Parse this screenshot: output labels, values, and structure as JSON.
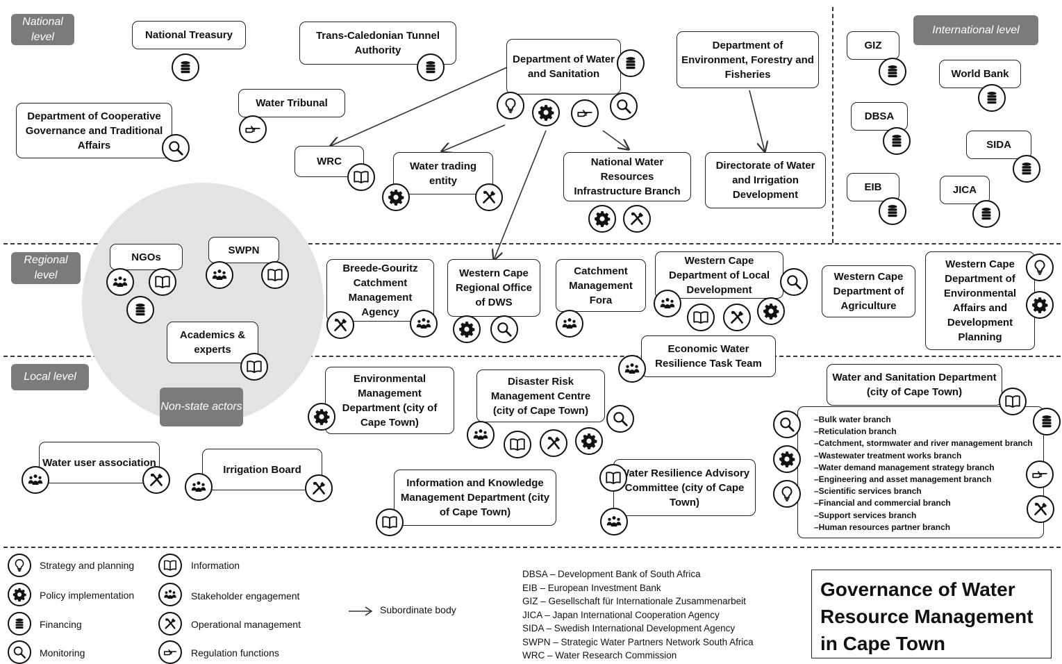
{
  "levels": {
    "national": "National level",
    "international": "International level",
    "regional": "Regional level",
    "local": "Local level",
    "nonstate": "Non-state actors"
  },
  "nodes": {
    "treasury": "National Treasury",
    "tcta": "Trans-Caledonian Tunnel Authority",
    "dws": "Department of Water and Sanitation",
    "deff": "Department of Environment, Forestry and Fisheries",
    "cogta": "Department of Cooperative Governance and Traditional Affairs",
    "tribunal": "Water Tribunal",
    "wrc": "WRC",
    "wte": "Water trading entity",
    "nwrib": "National Water Resources Infrastructure Branch",
    "dwid": "Directorate of Water and Irrigation Development",
    "giz": "GIZ",
    "worldbank": "World Bank",
    "dbsa": "DBSA",
    "sida": "SIDA",
    "eib": "EIB",
    "jica": "JICA",
    "ngos": "NGOs",
    "swpn": "SWPN",
    "academics": "Academics & experts",
    "bgcma": "Breede-Gouritz Catchment Management Agency",
    "wcro": "Western Cape Regional Office of DWS",
    "cmf": "Catchment Management Fora",
    "wcdld": "Western Cape Department of Local Development",
    "wcda": "Western Cape Department of Agriculture",
    "wcdeadp": "Western Cape Department of Environmental Affairs and Development Planning",
    "ewrtt": "Economic Water Resilience Task Team",
    "emd": "Environmental Management Department (city of Cape Town)",
    "drmc": "Disaster Risk Management Centre (city of Cape Town)",
    "wsd": "Water and Sanitation Department (city of Cape Town)",
    "wua": "Water user association",
    "ib": "Irrigation Board",
    "ikmd": "Information and Knowledge Management Department (city of Cape Town)",
    "wrac": "Water Resilience Advisory Committee (city of Cape Town)"
  },
  "branches": [
    "–Bulk water branch",
    "–Reticulation branch",
    "–Catchment, stormwater and river management branch",
    "–Wastewater treatment works branch",
    "–Water demand management strategy branch",
    "–Engineering and asset management branch",
    "–Scientific services branch",
    "–Financial and commercial branch",
    "–Support services branch",
    "–Human resources partner branch"
  ],
  "legend": {
    "strategy": "Strategy and planning",
    "policy": "Policy implementation",
    "financing": "Financing",
    "monitoring": "Monitoring",
    "information": "Information",
    "stakeholder": "Stakeholder engagement",
    "operational": "Operational management",
    "regulation": "Regulation functions",
    "subordinate": "Subordinate body"
  },
  "abbreviations": [
    "DBSA – Development Bank of South Africa",
    "EIB – European Investment Bank",
    "GIZ – Gesellschaft für Internationale Zusammenarbeit",
    "JICA – Japan International Cooperation Agency",
    "SIDA – Swedish International Development Agency",
    "SWPN – Strategic Water Partners Network South Africa",
    "WRC – Water Research Commission"
  ],
  "title": "Governance of Water Resource Management in Cape Town",
  "icons": [
    "bulb-icon",
    "gear-icon",
    "coins-icon",
    "magnifier-icon",
    "book-icon",
    "people-icon",
    "tools-icon",
    "hand-icon"
  ]
}
